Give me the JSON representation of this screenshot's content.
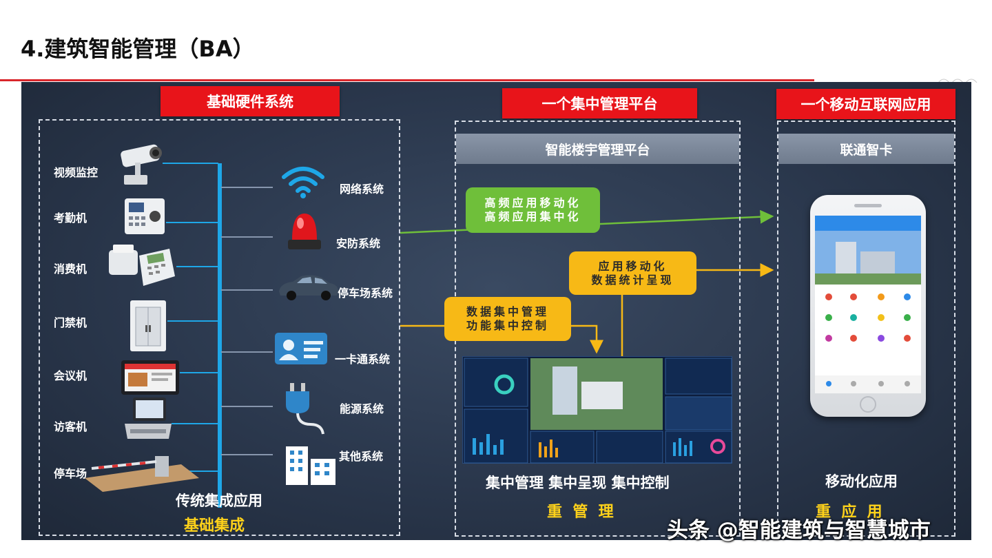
{
  "title": "4.建筑智能管理（BA）",
  "sections": {
    "hardware": "基础硬件系统",
    "platform": "一个集中管理平台",
    "mobile": "一个移动互联网应用"
  },
  "platform_bar": "智能楼宇管理平台",
  "mobile_bar": "联通智卡",
  "devices": [
    "视频监控",
    "考勤机",
    "消费机",
    "门禁机",
    "会议机",
    "访客机",
    "停车场"
  ],
  "systems": [
    "网络系统",
    "安防系统",
    "停车场系统",
    "一卡通系统",
    "能源系统",
    "其他系统"
  ],
  "callouts": {
    "green": [
      "高频应用移动化",
      "高频应用集中化"
    ],
    "yellow_right": [
      "应用移动化",
      "数据统计呈现"
    ],
    "yellow_left": [
      "数据集中管理",
      "功能集中控制"
    ]
  },
  "bottom": {
    "left_caption": "传统集成应用",
    "left_tag": "基础集成",
    "mid_caption": "集中管理 集中呈现 集中控制",
    "mid_tag": "重  管  理",
    "right_caption": "移动化应用",
    "right_tag": "重  应  用"
  },
  "watermark": "头条 @智能建筑与智慧城市",
  "colors": {
    "accent_red": "#e8141a",
    "rule_red": "#d9262b",
    "bus_blue": "#1ea7e8",
    "green_arrow": "#6fbf3a",
    "yellow_arrow": "#f7b916",
    "label_yellow": "#ffd21a"
  }
}
